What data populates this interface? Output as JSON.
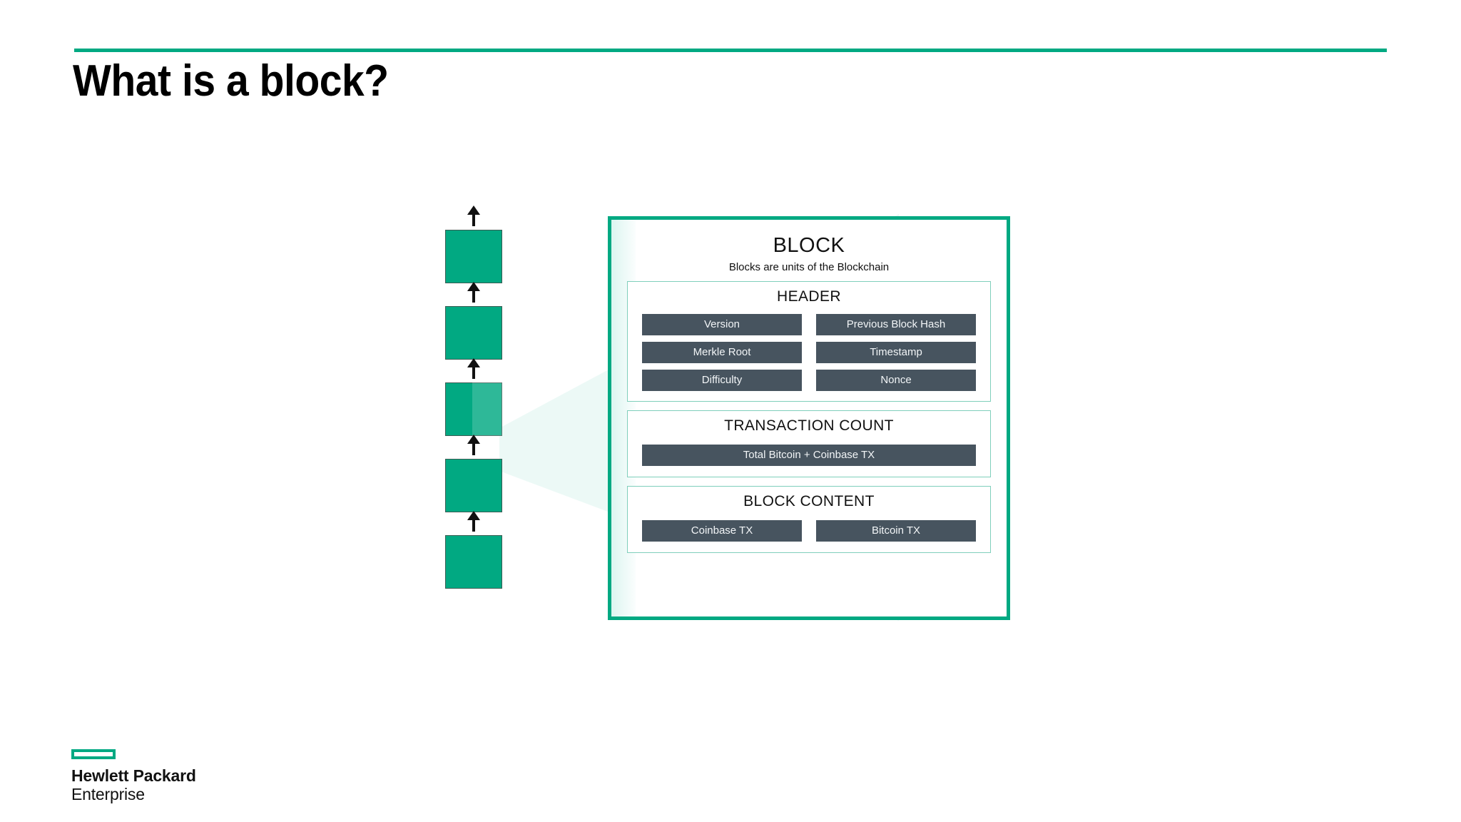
{
  "slide": {
    "title": "What is a block?",
    "accent_color": "#01a982",
    "field_color": "#47545f",
    "background": "#ffffff"
  },
  "chain": {
    "name": "blockchain-stack",
    "block_count": 5,
    "highlighted_index": 2,
    "arrow_count": 5,
    "block_color": "#01a982"
  },
  "block_panel": {
    "title": "BLOCK",
    "subtitle": "Blocks are units of the Blockchain",
    "sections": [
      {
        "title": "HEADER",
        "fields": [
          {
            "label": "Version"
          },
          {
            "label": "Previous Block Hash"
          },
          {
            "label": "Merkle Root"
          },
          {
            "label": "Timestamp"
          },
          {
            "label": "Difficulty"
          },
          {
            "label": "Nonce"
          }
        ]
      },
      {
        "title": "TRANSACTION COUNT",
        "fields": [
          {
            "label": "Total Bitcoin + Coinbase TX"
          }
        ]
      },
      {
        "title": "BLOCK CONTENT",
        "fields": [
          {
            "label": "Coinbase TX"
          },
          {
            "label": "Bitcoin TX"
          }
        ]
      }
    ]
  },
  "logo": {
    "line1": "Hewlett Packard",
    "line2": "Enterprise",
    "mark_color": "#01a982"
  }
}
